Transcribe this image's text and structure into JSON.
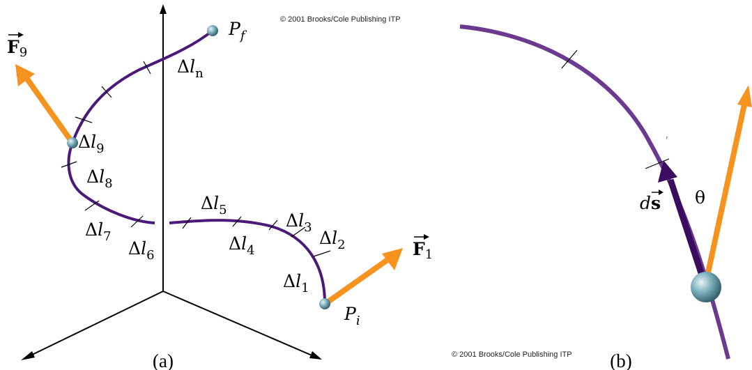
{
  "colors": {
    "path": "#4b1a78",
    "path_light": "#6b3a90",
    "force": "#f6931f",
    "displacement": "#3a0b5e",
    "axis": "#000000",
    "particle": "#7fb3bf"
  },
  "copyright_a": "© 2001 Brooks/Cole Publishing ITP",
  "copyright_b": "© 2001 Brooks/Cole Publishing ITP",
  "captions": {
    "a": "(a)",
    "b": "(b)"
  },
  "panel_a": {
    "delta": "Δ",
    "l": "l",
    "p_initial": {
      "main": "P",
      "sub": "i"
    },
    "p_final": {
      "main": "P",
      "sub": "f"
    },
    "force_first": {
      "main": "F",
      "sub": "1"
    },
    "force_ninth": {
      "main": "F",
      "sub": "9"
    },
    "segments": [
      "1",
      "2",
      "3",
      "4",
      "5",
      "6",
      "7",
      "8",
      "9",
      "n"
    ]
  },
  "panel_b": {
    "ds_d": "d",
    "ds_s": "s",
    "theta": "θ",
    "small_mark": "r"
  }
}
